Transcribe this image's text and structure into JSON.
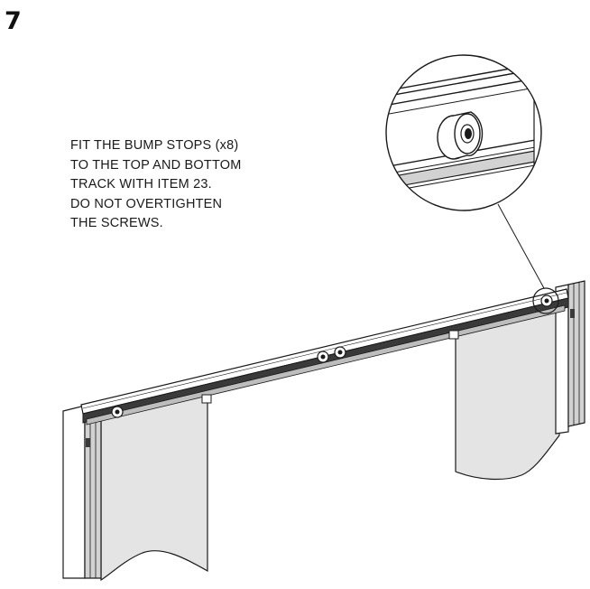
{
  "step": {
    "number": "7"
  },
  "instruction": {
    "lines": [
      "FIT THE BUMP STOPS (x8)",
      "TO THE TOP AND BOTTOM",
      "TRACK WITH ITEM 23.",
      "DO NOT OVERTIGHTEN",
      "THE SCREWS."
    ]
  },
  "colors": {
    "line": "#1a1a1a",
    "panel_fill": "#e4e4e4",
    "frame_fill": "#d2d2d2",
    "track_dark": "#3a3a3a"
  }
}
